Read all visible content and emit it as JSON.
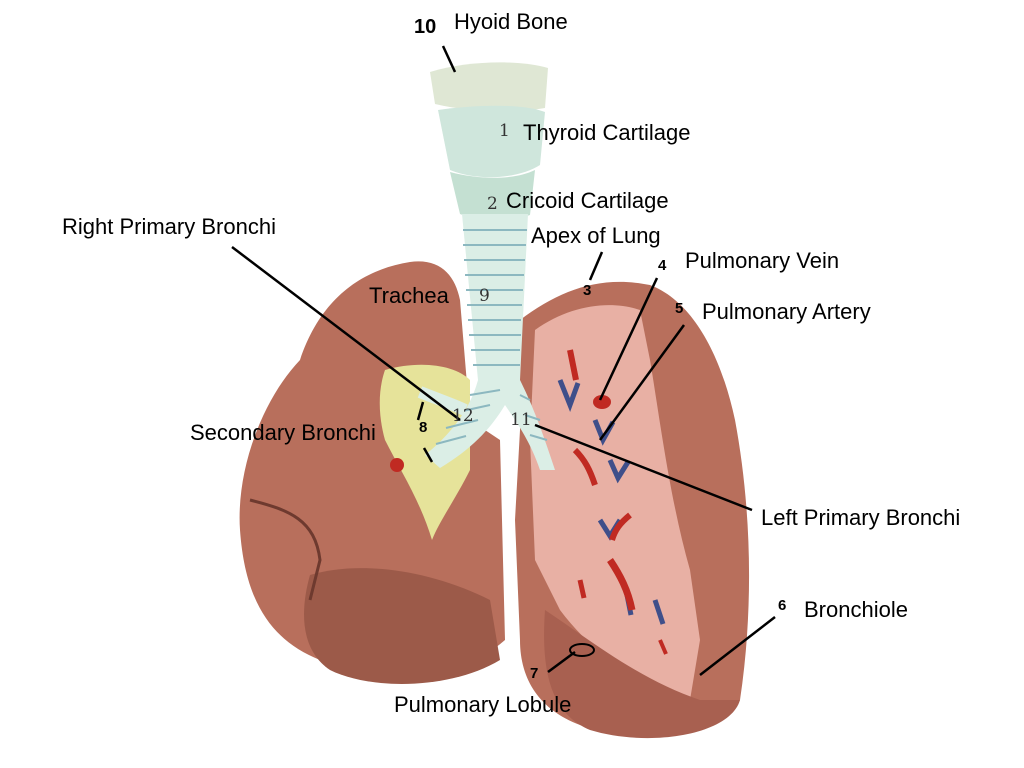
{
  "labels": {
    "hyoid_bone": "Hyoid Bone",
    "thyroid_cartilage": "Thyroid Cartilage",
    "cricoid_cartilage": "Cricoid Cartilage",
    "apex_of_lung": "Apex of Lung",
    "pulmonary_vein": "Pulmonary Vein",
    "pulmonary_artery": "Pulmonary Artery",
    "right_primary_bronchi": "Right Primary Bronchi",
    "trachea": "Trachea",
    "secondary_bronchi": "Secondary Bronchi",
    "left_primary_bronchi": "Left Primary Bronchi",
    "bronchiole": "Bronchiole",
    "pulmonary_lobule": "Pulmonary Lobule"
  },
  "markers": {
    "m10": "10",
    "m3": "3",
    "m4": "4",
    "m5": "5",
    "m6": "6",
    "m7": "7",
    "m8": "8"
  },
  "model_numbers": {
    "n1": "1",
    "n2": "2",
    "n9": "9",
    "n12": "12",
    "n11": "11"
  },
  "colors": {
    "lung_tissue": "#b86f5c",
    "lung_shadow": "#8a4a3c",
    "cut_section": "#e8b0a4",
    "cartilage": "#cfe6dc",
    "trachea_rings": "#dbeee6",
    "heart_cavity": "#e6e39a",
    "vein_blue": "#3f4f8a",
    "artery_red": "#c02a22",
    "leader_line": "#000000"
  }
}
